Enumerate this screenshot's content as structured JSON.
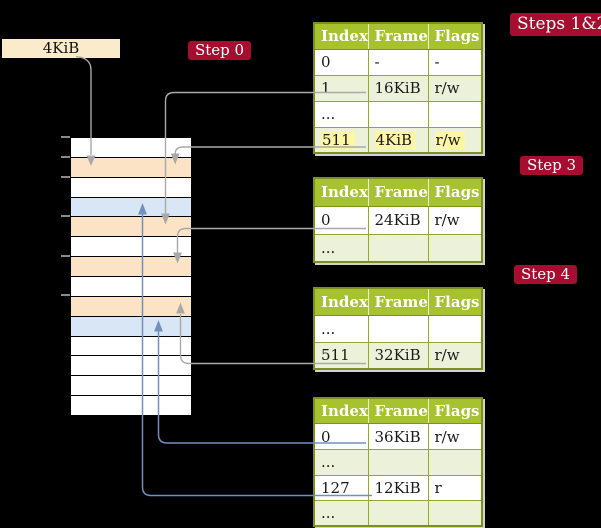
{
  "kib_box": {
    "label": "4KiB"
  },
  "step_labels": {
    "step0": "Step 0",
    "steps12": "Steps 1&2",
    "step3": "Step 3",
    "step4": "Step 4"
  },
  "memory": {
    "description": "physical memory frames, one cell = 4KiB frame",
    "cells": [
      "white",
      "peach",
      "white",
      "blue",
      "peach",
      "white",
      "peach",
      "white",
      "peach",
      "blue",
      "white",
      "white",
      "white",
      "white"
    ],
    "tick_rows": [
      0,
      1,
      2,
      4,
      6,
      8
    ]
  },
  "tables": [
    {
      "name": "page-table-level-4",
      "headers": [
        "Index",
        "Frame",
        "Flags"
      ],
      "rows": [
        {
          "cells": [
            "0",
            "-",
            "-"
          ]
        },
        {
          "cells": [
            "1",
            "16KiB",
            "r/w"
          ]
        },
        {
          "cells": [
            "...",
            "",
            ""
          ]
        },
        {
          "cells": [
            "511",
            "4KiB",
            "r/w"
          ],
          "highlight": true
        }
      ]
    },
    {
      "name": "page-table-level-3",
      "headers": [
        "Index",
        "Frame",
        "Flags"
      ],
      "rows": [
        {
          "cells": [
            "0",
            "24KiB",
            "r/w"
          ]
        },
        {
          "cells": [
            "...",
            "",
            ""
          ]
        }
      ]
    },
    {
      "name": "page-table-level-2",
      "headers": [
        "Index",
        "Frame",
        "Flags"
      ],
      "rows": [
        {
          "cells": [
            "...",
            "",
            ""
          ]
        },
        {
          "cells": [
            "511",
            "32KiB",
            "r/w"
          ]
        }
      ]
    },
    {
      "name": "page-table-level-1",
      "headers": [
        "Index",
        "Frame",
        "Flags"
      ],
      "rows": [
        {
          "cells": [
            "0",
            "36KiB",
            "r/w"
          ]
        },
        {
          "cells": [
            "...",
            "",
            ""
          ]
        },
        {
          "cells": [
            "127",
            "12KiB",
            "r"
          ]
        },
        {
          "cells": [
            "...",
            "",
            ""
          ]
        }
      ]
    }
  ],
  "colors": {
    "background": "#000000",
    "frame_box": "#faecca",
    "peach_frame": "#fce3c5",
    "blue_frame": "#d9e6f5",
    "table_header": "#a6c22e",
    "table_border": "#7e8f1e",
    "table_alt_row": "#ecf2da",
    "highlight_yellow": "#fdf6a2",
    "step_label_red": "#a60d2f",
    "gray_arrow": "#a9a9a9",
    "blue_arrow": "#7090c0"
  }
}
